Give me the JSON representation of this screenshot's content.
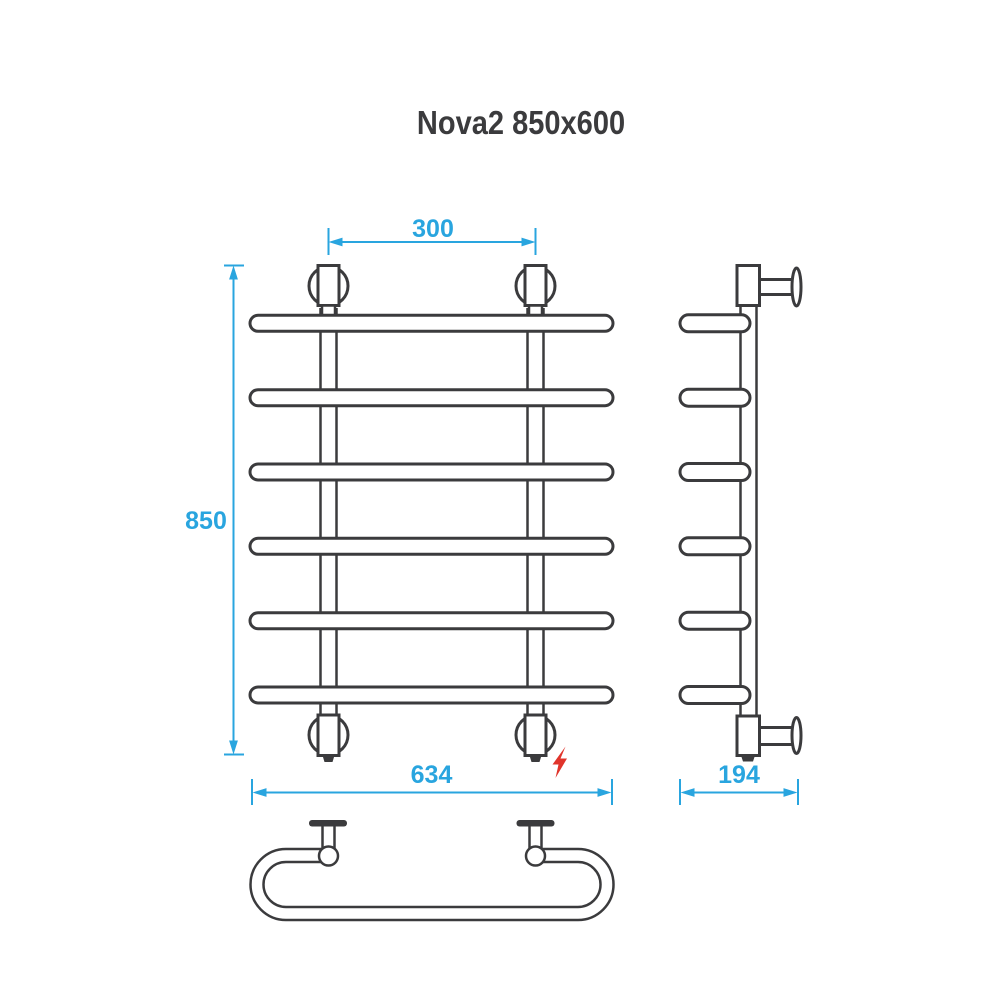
{
  "title": "Nova2 850x600",
  "dimensions": {
    "rail_spacing_top": "300",
    "height": "850",
    "overall_width": "634",
    "depth": "194"
  },
  "icons": {
    "electric": "lightning-bolt"
  },
  "colors": {
    "line": "#3b3b3d",
    "dimension": "#29a5df",
    "electric": "#e0342b"
  }
}
